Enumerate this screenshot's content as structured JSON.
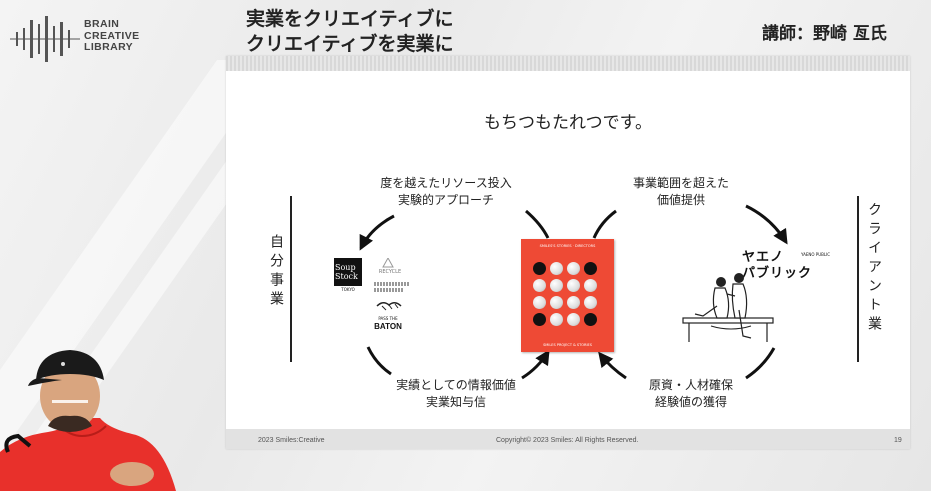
{
  "header": {
    "logo_lines": [
      "BRAIN",
      "CREATIVE",
      "LIBRARY"
    ],
    "title_lines": [
      "実業をクリエイティブに",
      "クリエイティブを実業に"
    ],
    "lecturer": "講師：野崎 亙氏"
  },
  "slide": {
    "heading": "もちつもたれつです。",
    "left_label": "自分事業",
    "right_label": "クライアント業",
    "top_left_caption": [
      "度を越えたリソース投入",
      "実験的アプローチ"
    ],
    "top_right_caption": [
      "事業範囲を超えた",
      "価値提供"
    ],
    "bottom_left_caption": [
      "実績としての情報価値",
      "実業知与信"
    ],
    "bottom_right_caption": [
      "原資・人材確保",
      "経験値の獲得"
    ],
    "logos": {
      "soup_stock": [
        "Soup",
        "Stock"
      ],
      "soup_stock_sub": "TOKYO",
      "recycle": "RECYCLE",
      "baton_small": "PASS THE",
      "baton": "BATON",
      "yaeno": [
        "ヤエノ",
        "パブリック"
      ],
      "yaeno_sub": "YAENO PUBLIC"
    },
    "book": {
      "top_text": "SMILES'S STORIES · DIRECTORS",
      "bottom_text": "SMILES PROJECT & STORIES",
      "dots": [
        "b",
        "w",
        "w",
        "b",
        "w",
        "w",
        "w",
        "w",
        "w",
        "w",
        "w",
        "w",
        "b",
        "w",
        "w",
        "b"
      ]
    },
    "footer": {
      "left": "2023 Smiles:Creative",
      "center": "Copyright© 2023 Smiles: All Rights Reserved.",
      "page": "19"
    }
  },
  "colors": {
    "book_red": "#ee4a35",
    "shirt_red": "#e8302b",
    "ink": "#222222"
  }
}
